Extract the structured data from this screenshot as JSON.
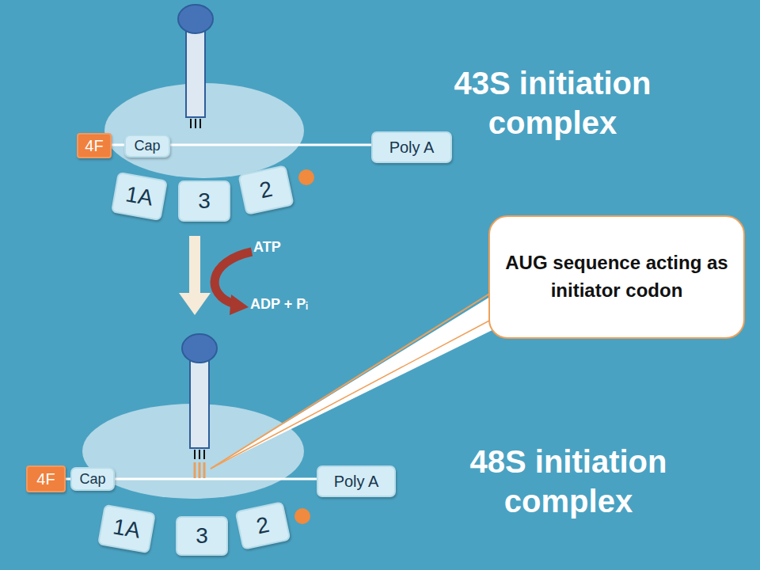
{
  "diagram": {
    "nodes": [
      {
        "text": [
          "4F"
        ]
      },
      {
        "text": [
          "Cap"
        ]
      },
      {
        "text": [
          "Poly A"
        ]
      },
      {
        "text": [
          "1A"
        ]
      },
      {
        "text": [
          "3"
        ]
      },
      {
        "text": [
          "2"
        ]
      },
      {
        "text": [
          "AUG sequence acting as initiator codon"
        ]
      },
      {
        "text": [
          "4F"
        ]
      },
      {
        "text": [
          "Cap"
        ]
      },
      {
        "text": [
          "Poly A"
        ]
      },
      {
        "text": [
          "1A"
        ]
      },
      {
        "text": [
          "3"
        ]
      },
      {
        "text": [
          "2"
        ]
      }
    ],
    "labels": [
      "43S initiation complex",
      "ATP",
      "ADP + Pᵢ",
      "48S initiation complex"
    ]
  }
}
